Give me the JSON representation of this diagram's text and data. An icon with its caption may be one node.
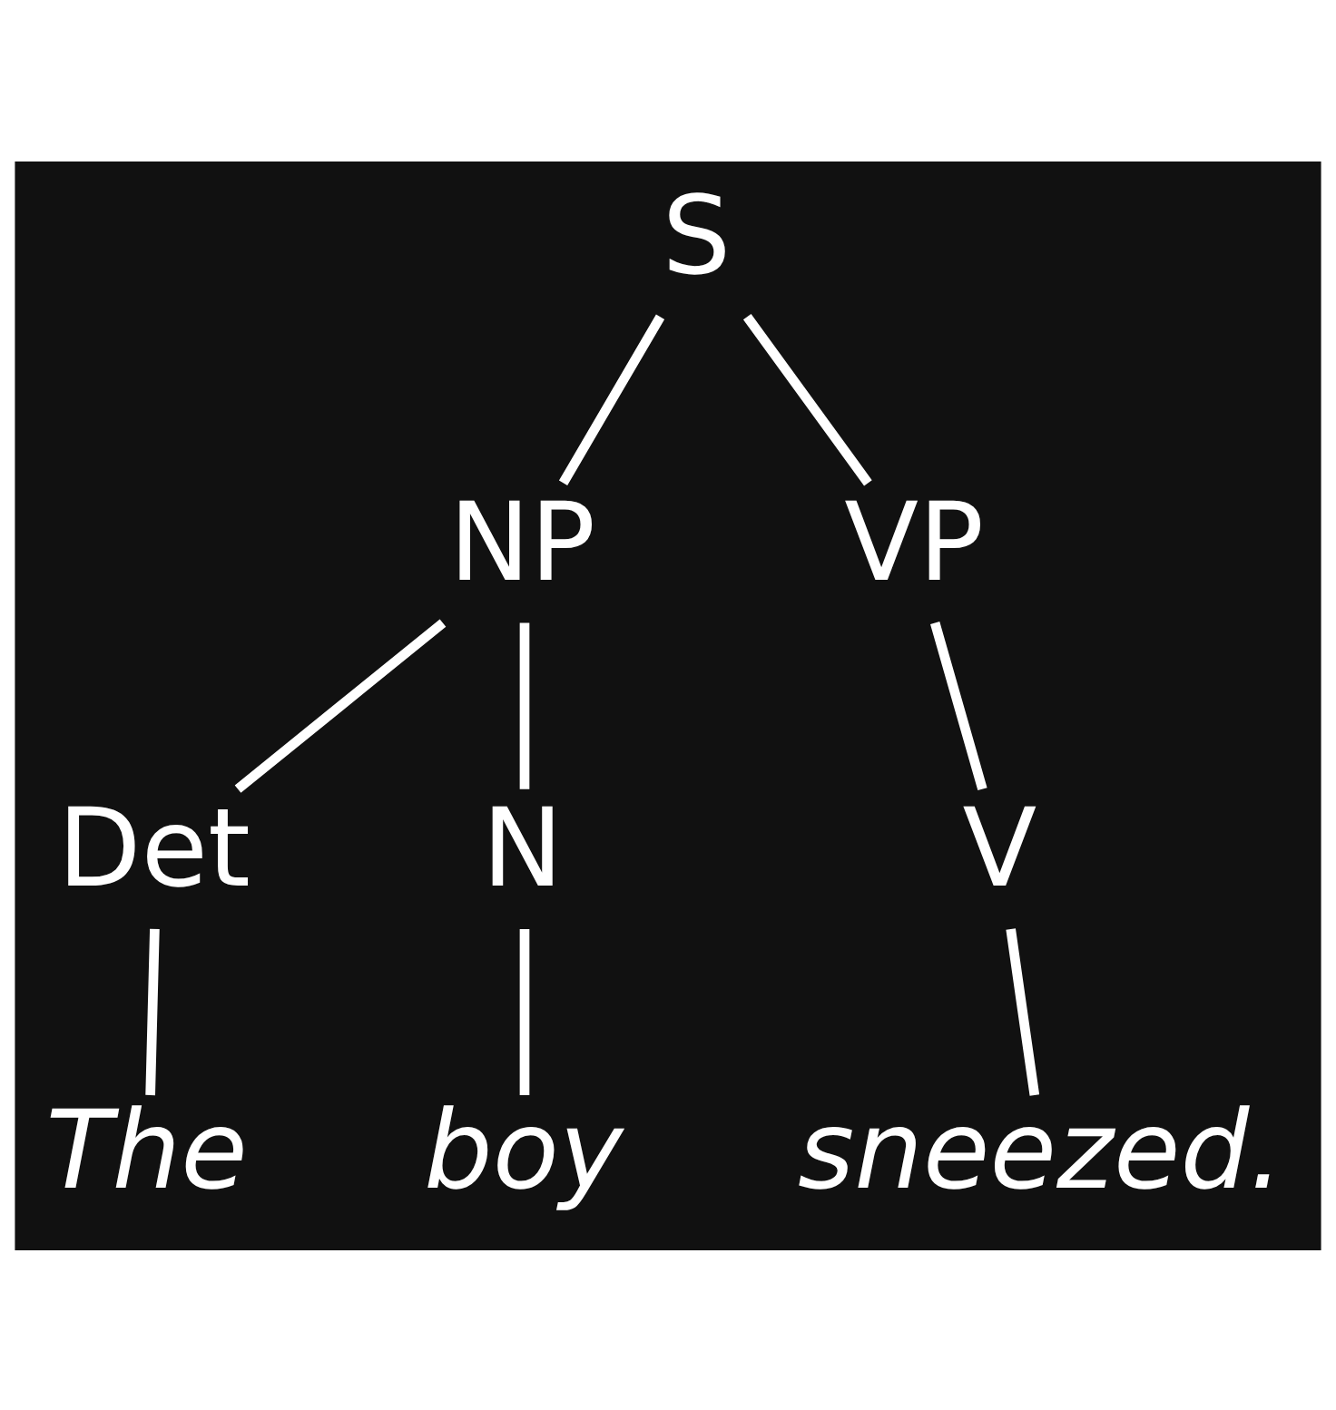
{
  "diagram": {
    "nodes": [
      {
        "text": [
          "S"
        ]
      },
      {
        "text": [
          "NP"
        ]
      },
      {
        "text": [
          "VP"
        ]
      },
      {
        "text": [
          "Det"
        ]
      },
      {
        "text": [
          "N"
        ]
      },
      {
        "text": [
          "V"
        ]
      },
      {
        "text": [
          "The"
        ]
      },
      {
        "text": [
          "boy"
        ]
      },
      {
        "text": [
          "sneezed."
        ]
      }
    ],
    "edges": [
      {
        "from": 0,
        "to": 1,
        "arrow": "none"
      },
      {
        "from": 0,
        "to": 2,
        "arrow": "none"
      },
      {
        "from": 1,
        "to": 3,
        "arrow": "none"
      },
      {
        "from": 1,
        "to": 4,
        "arrow": "none"
      },
      {
        "from": 2,
        "to": 5,
        "arrow": "none"
      },
      {
        "from": 3,
        "to": 6,
        "arrow": "none"
      },
      {
        "from": 4,
        "to": 7,
        "arrow": "none"
      },
      {
        "from": 5,
        "to": 8,
        "arrow": "none"
      }
    ]
  }
}
